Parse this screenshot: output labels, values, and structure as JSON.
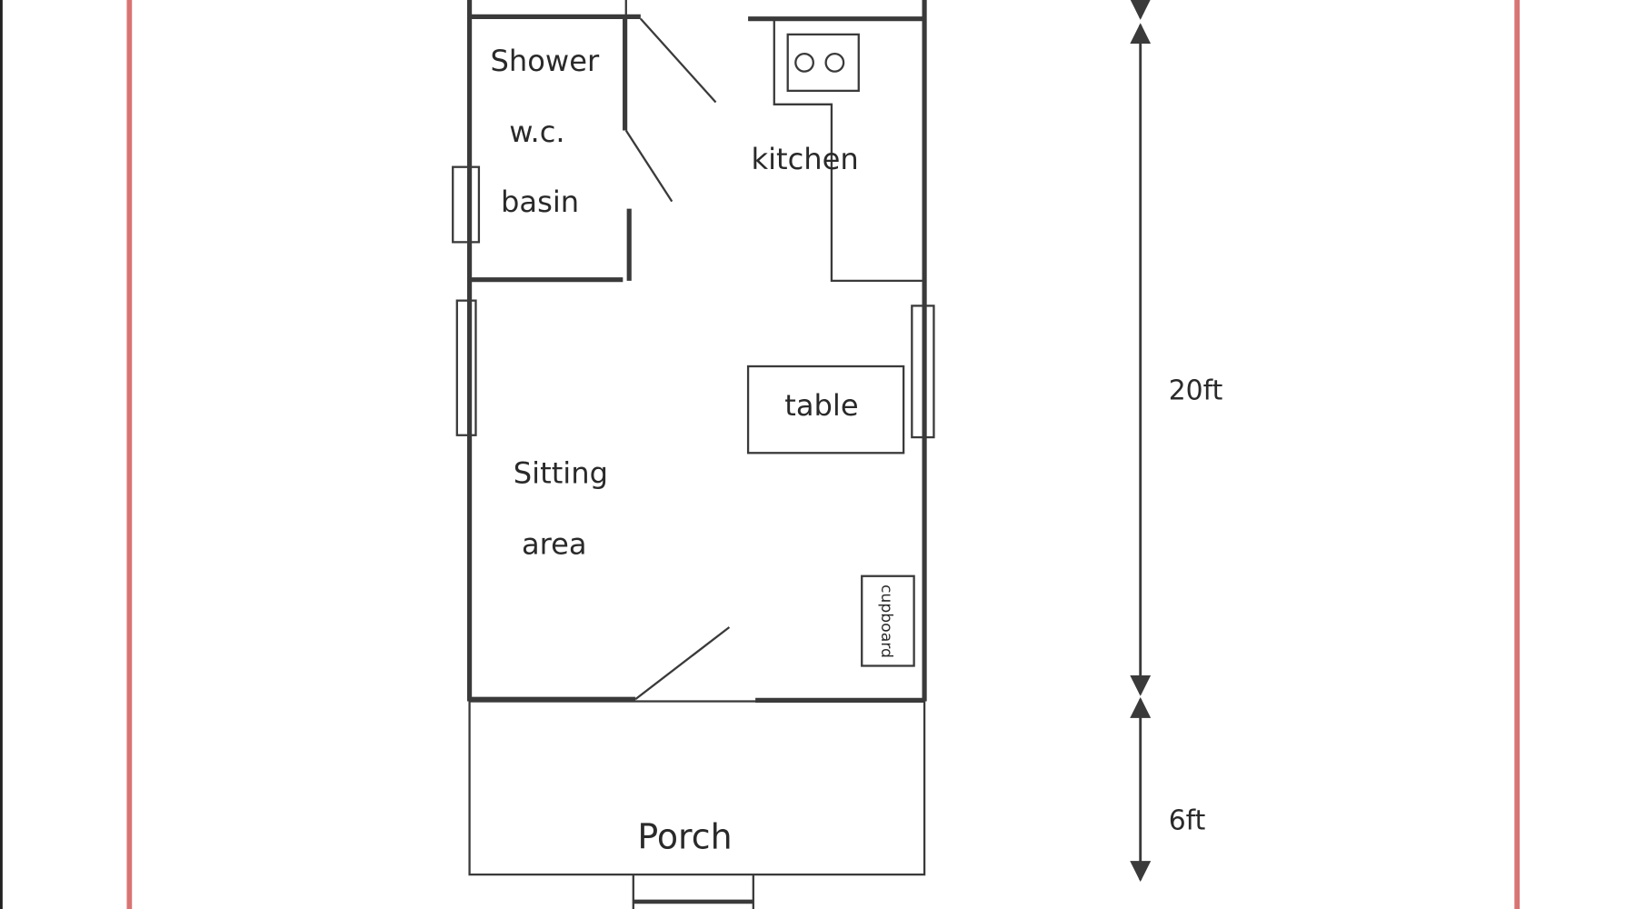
{
  "plan": {
    "rooms": {
      "shower": "Shower",
      "wc": "w.c.",
      "basin": "basin",
      "kitchen": "kitchen",
      "table": "table",
      "sitting_1": "Sitting",
      "sitting_2": "area",
      "cupboard": "cupboard",
      "porch": "Porch"
    },
    "dimensions": {
      "main_length": "20ft",
      "porch_length": "6ft"
    }
  },
  "colors": {
    "border_red": "#d87474",
    "wall": "#3a3a3a"
  }
}
